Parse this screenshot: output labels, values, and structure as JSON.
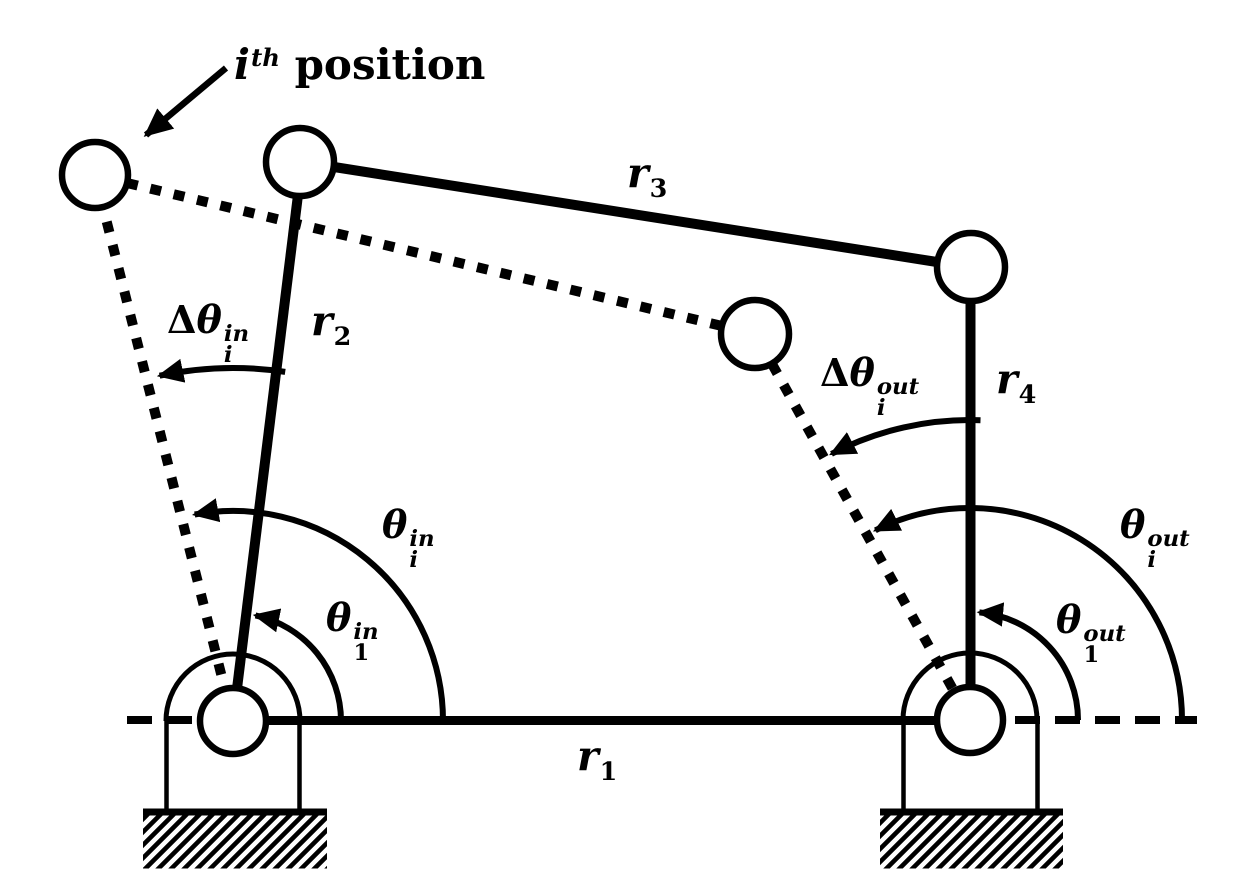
{
  "figure": {
    "background_color": "#ffffff",
    "ink_color": "#000000"
  },
  "annotations": {
    "ith_position": {
      "base": "i",
      "sup": "th",
      "word": "position"
    }
  },
  "link_labels": {
    "r1": {
      "base": "r",
      "sub": "1"
    },
    "r2": {
      "base": "r",
      "sub": "2"
    },
    "r3": {
      "base": "r",
      "sub": "3"
    },
    "r4": {
      "base": "r",
      "sub": "4"
    }
  },
  "angle_labels": {
    "theta_i_in": {
      "base": "θ",
      "sup": "in",
      "sub": "i"
    },
    "theta_1_in": {
      "base": "θ",
      "sup": "in",
      "sub": "1"
    },
    "delta_theta_i_in": {
      "delta": "Δ",
      "base": "θ",
      "sup": "in",
      "sub": "i"
    },
    "theta_i_out": {
      "base": "θ",
      "sup": "out",
      "sub": "i"
    },
    "theta_1_out": {
      "base": "θ",
      "sup": "out",
      "sub": "1"
    },
    "delta_theta_i_out": {
      "delta": "Δ",
      "base": "θ",
      "sup": "out",
      "sub": "i"
    }
  }
}
